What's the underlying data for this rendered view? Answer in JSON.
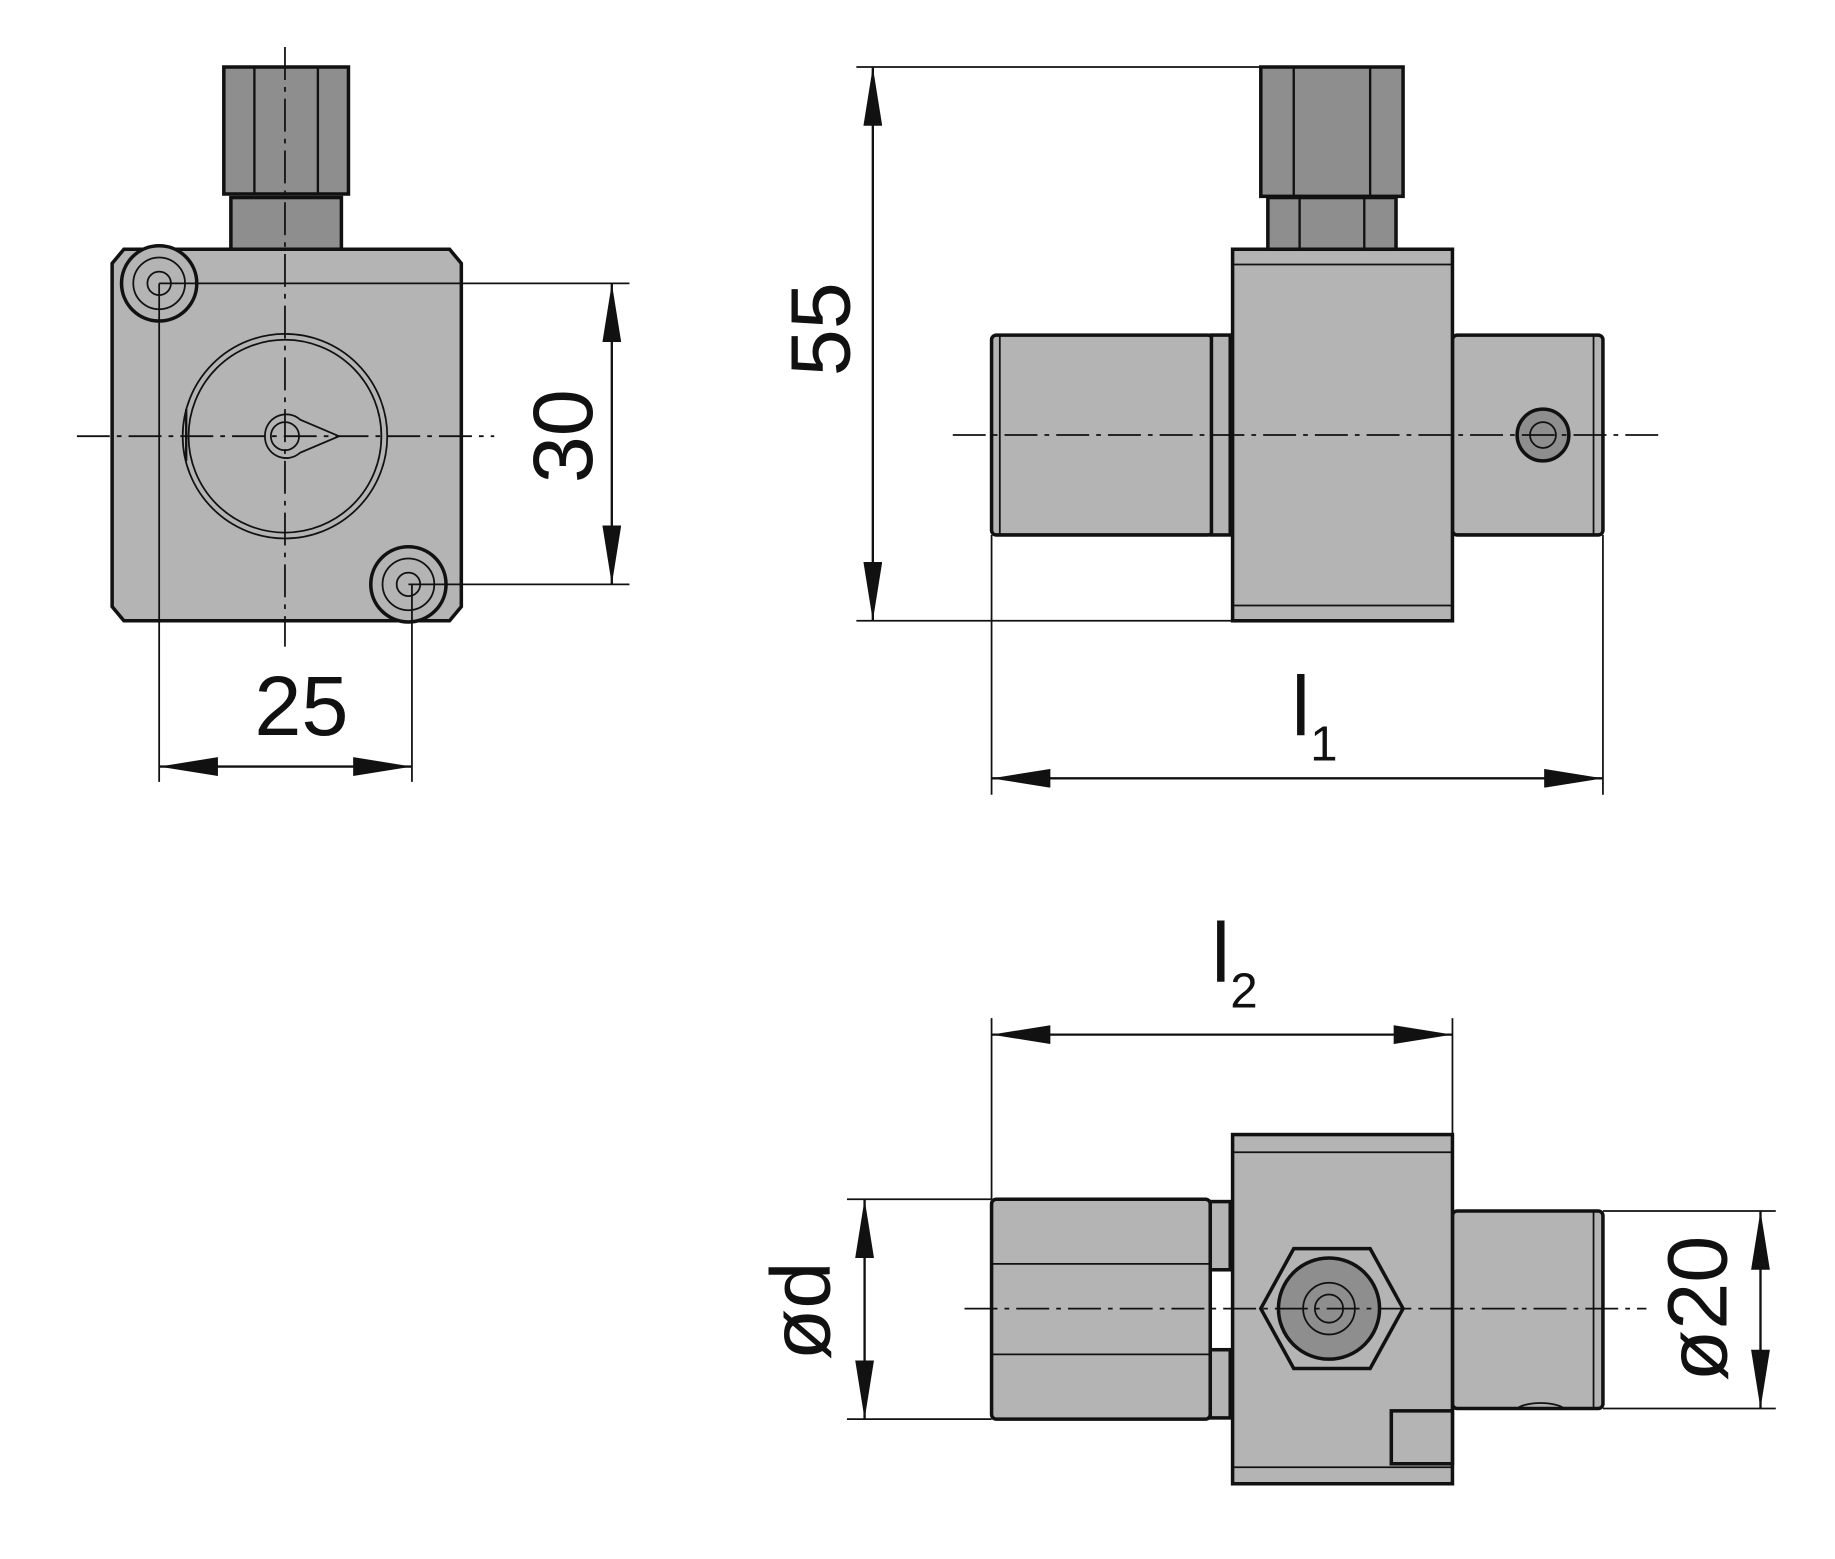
{
  "drawing": {
    "dimensions": {
      "height": "55",
      "hole_spacing_vertical": "30",
      "hole_spacing_horizontal": "25",
      "length_1": "l",
      "length_1_sub": "1",
      "length_2": "l",
      "length_2_sub": "2",
      "diameter_d": "ød",
      "diameter_20": "ø20"
    },
    "colors": {
      "part": "#b4b4b4",
      "fitting": "#8e8e8e",
      "line": "#111111"
    }
  }
}
